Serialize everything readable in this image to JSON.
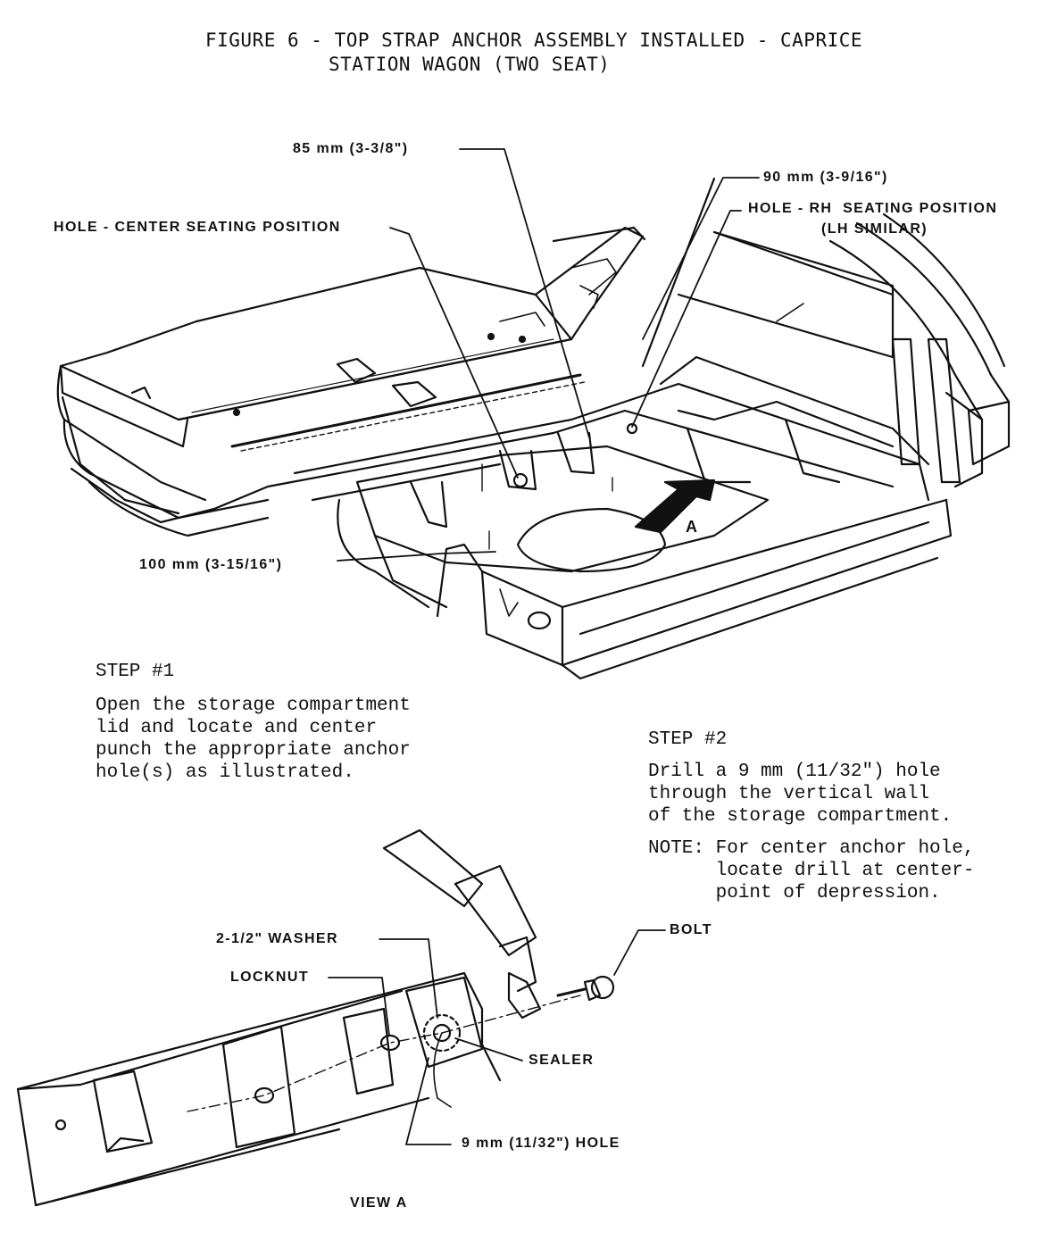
{
  "figure": {
    "title_line1": "FIGURE 6 - TOP STRAP ANCHOR ASSEMBLY INSTALLED - CAPRICE",
    "title_line2": "STATION WAGON (TWO SEAT)"
  },
  "callouts": {
    "dim_85": "85 mm (3-3/8\")",
    "dim_90": "90 mm (3-9/16\")",
    "hole_center": "HOLE - CENTER SEATING POSITION",
    "hole_rh": "HOLE - RH  SEATING POSITION",
    "hole_rh_note": "(LH SIMILAR)",
    "dim_100": "100 mm (3-15/16\")",
    "view_marker": "A"
  },
  "step1": {
    "heading": "STEP #1",
    "lines": [
      "Open the storage compartment",
      "lid and locate and center",
      "punch the appropriate anchor",
      "hole(s) as illustrated."
    ]
  },
  "step2": {
    "heading": "STEP #2",
    "lines": [
      "Drill a 9 mm (11/32\") hole",
      "through the vertical wall",
      "of the storage compartment."
    ],
    "note_lines": [
      "NOTE: For center anchor hole,",
      "      locate drill at center-",
      "      point of depression."
    ]
  },
  "view_a": {
    "washer": "2-1/2\" WASHER",
    "locknut": "LOCKNUT",
    "bolt": "BOLT",
    "sealer": "SEALER",
    "hole": "9 mm (11/32\") HOLE",
    "caption": "VIEW A"
  }
}
